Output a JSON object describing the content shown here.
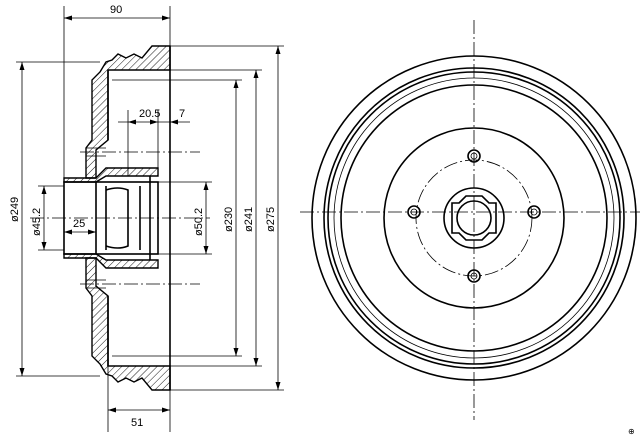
{
  "dimensions": {
    "overall_width": "90",
    "offset_a": "20.5",
    "offset_b": "7",
    "bore_depth": "25",
    "bottom_width": "51",
    "dia_249": "ø249",
    "dia_45_2": "ø45.2",
    "dia_50_2": "ø50.2",
    "dia_230": "ø230",
    "dia_241": "ø241",
    "dia_275": "ø275"
  },
  "corner_mark": "⊕"
}
